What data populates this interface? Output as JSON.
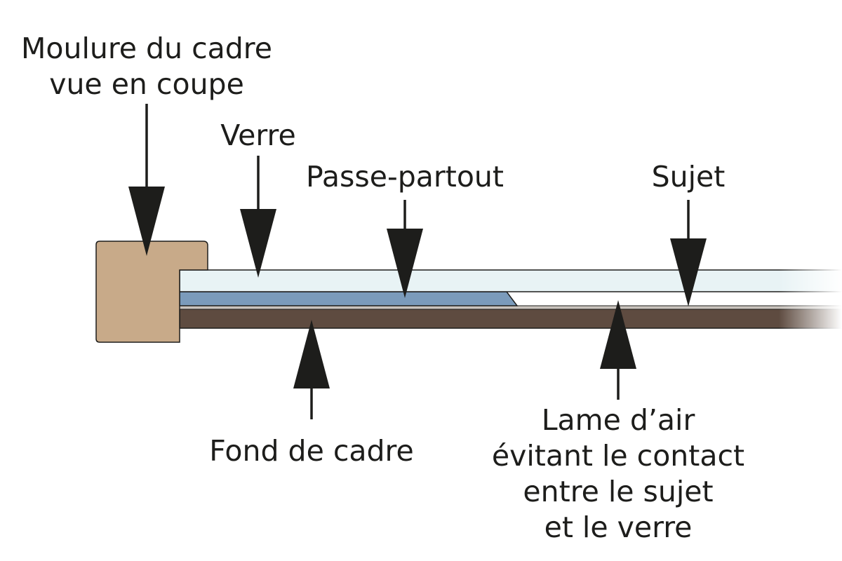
{
  "labels": {
    "moulure": [
      "Moulure du cadre",
      "vue en coupe"
    ],
    "verre": "Verre",
    "passe_partout": "Passe-partout",
    "sujet": "Sujet",
    "fond": "Fond de cadre",
    "lame_air": [
      "Lame d’air",
      "évitant le contact",
      "entre le sujet",
      "et le verre"
    ]
  },
  "colors": {
    "moulure": "#c8aa89",
    "verre": "#e8f3f5",
    "passe_partout": "#7b9bbb",
    "sujet": "#c9c3bd",
    "fond": "#5e4b40",
    "outline": "#1d1d1b",
    "arrow": "#1d1d1b"
  }
}
